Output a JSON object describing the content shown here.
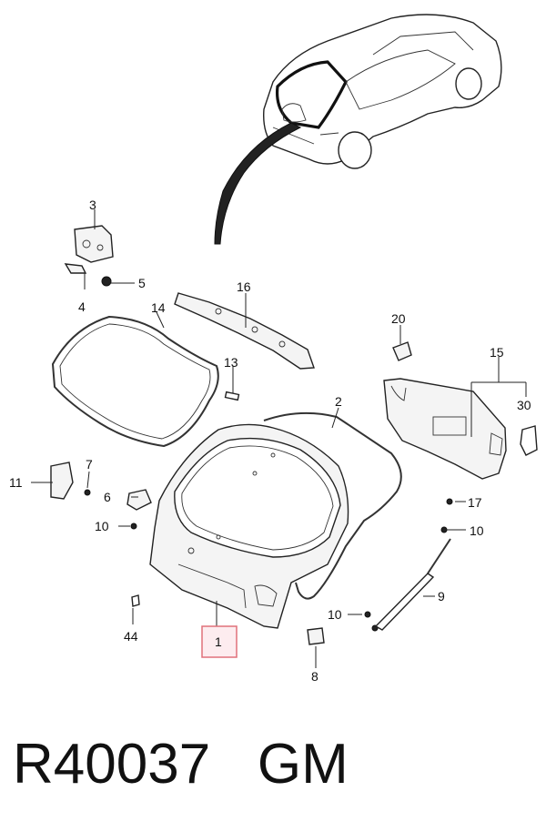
{
  "callouts": {
    "c1": "1",
    "c2": "2",
    "c3": "3",
    "c4": "4",
    "c5": "5",
    "c6": "6",
    "c7": "7",
    "c8": "8",
    "c9": "9",
    "c10a": "10",
    "c10b": "10",
    "c10c": "10",
    "c11": "11",
    "c13": "13",
    "c14": "14",
    "c15": "15",
    "c16": "16",
    "c17": "17",
    "c20": "20",
    "c30": "30",
    "c44": "44"
  },
  "highlight_color": "#e0707a",
  "footer": {
    "part_number": "R40037",
    "brand": "GM"
  }
}
